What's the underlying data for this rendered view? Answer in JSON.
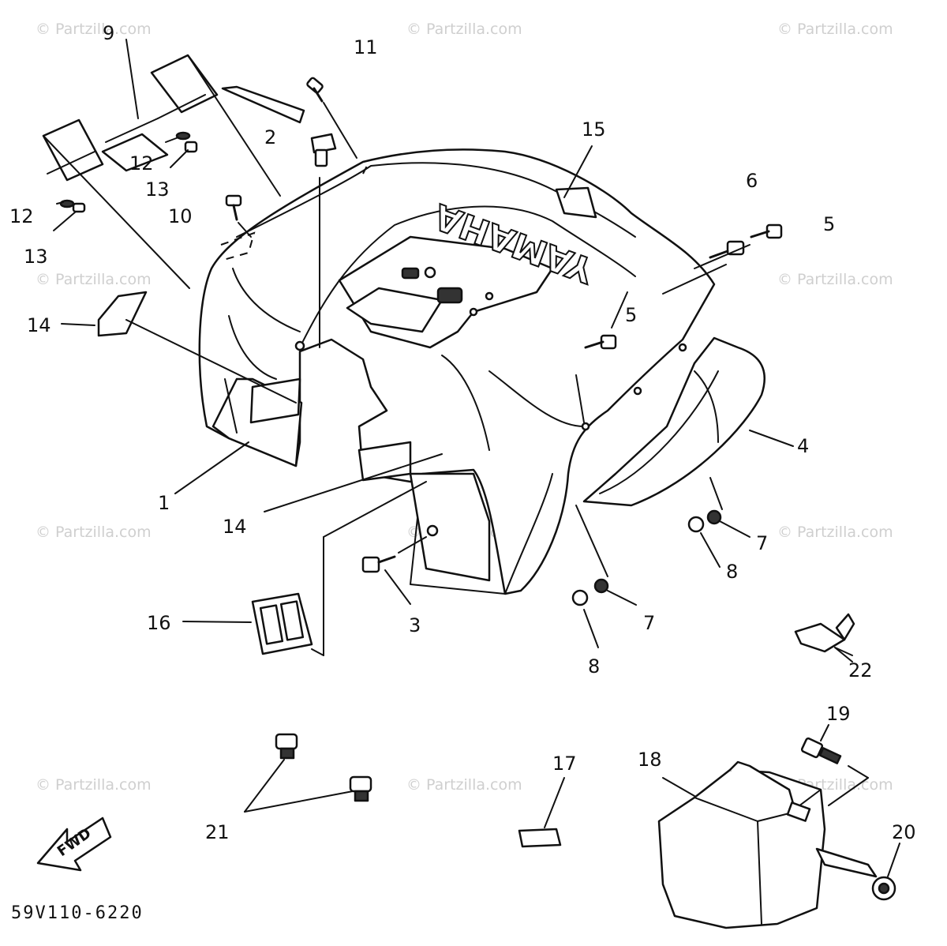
{
  "diagram": {
    "code": "59V110-6220",
    "brand_lettering": "YAMAHA",
    "fwd_label": "FWD",
    "watermark_text": "© Partzilla.com",
    "callouts": [
      {
        "id": "c1",
        "text": "1"
      },
      {
        "id": "c2",
        "text": "2"
      },
      {
        "id": "c3",
        "text": "3"
      },
      {
        "id": "c4",
        "text": "4"
      },
      {
        "id": "c5a",
        "text": "5"
      },
      {
        "id": "c5b",
        "text": "5"
      },
      {
        "id": "c6",
        "text": "6"
      },
      {
        "id": "c7a",
        "text": "7"
      },
      {
        "id": "c7b",
        "text": "7"
      },
      {
        "id": "c8a",
        "text": "8"
      },
      {
        "id": "c8b",
        "text": "8"
      },
      {
        "id": "c9",
        "text": "9"
      },
      {
        "id": "c10",
        "text": "10"
      },
      {
        "id": "c11",
        "text": "11"
      },
      {
        "id": "c12a",
        "text": "12"
      },
      {
        "id": "c12b",
        "text": "12"
      },
      {
        "id": "c13a",
        "text": "13"
      },
      {
        "id": "c13b",
        "text": "13"
      },
      {
        "id": "c14a",
        "text": "14"
      },
      {
        "id": "c14b",
        "text": "14"
      },
      {
        "id": "c15",
        "text": "15"
      },
      {
        "id": "c16",
        "text": "16"
      },
      {
        "id": "c17",
        "text": "17"
      },
      {
        "id": "c18",
        "text": "18"
      },
      {
        "id": "c19",
        "text": "19"
      },
      {
        "id": "c20",
        "text": "20"
      },
      {
        "id": "c21",
        "text": "21"
      },
      {
        "id": "c22",
        "text": "22"
      }
    ]
  }
}
